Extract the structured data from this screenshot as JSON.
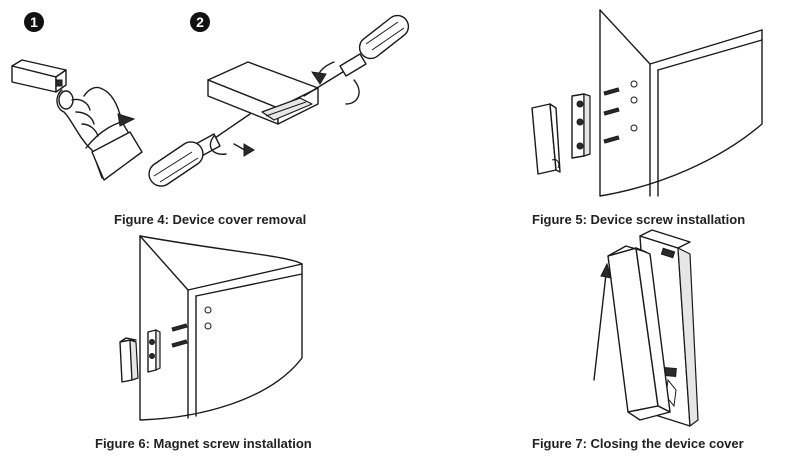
{
  "figures": [
    {
      "id": "fig4",
      "caption": "Figure 4: Device cover removal",
      "steps": [
        "1",
        "2"
      ]
    },
    {
      "id": "fig5",
      "caption": "Figure 5: Device screw installation"
    },
    {
      "id": "fig6",
      "caption": "Figure 6: Magnet screw installation"
    },
    {
      "id": "fig7",
      "caption": "Figure 7: Closing the device cover"
    }
  ]
}
